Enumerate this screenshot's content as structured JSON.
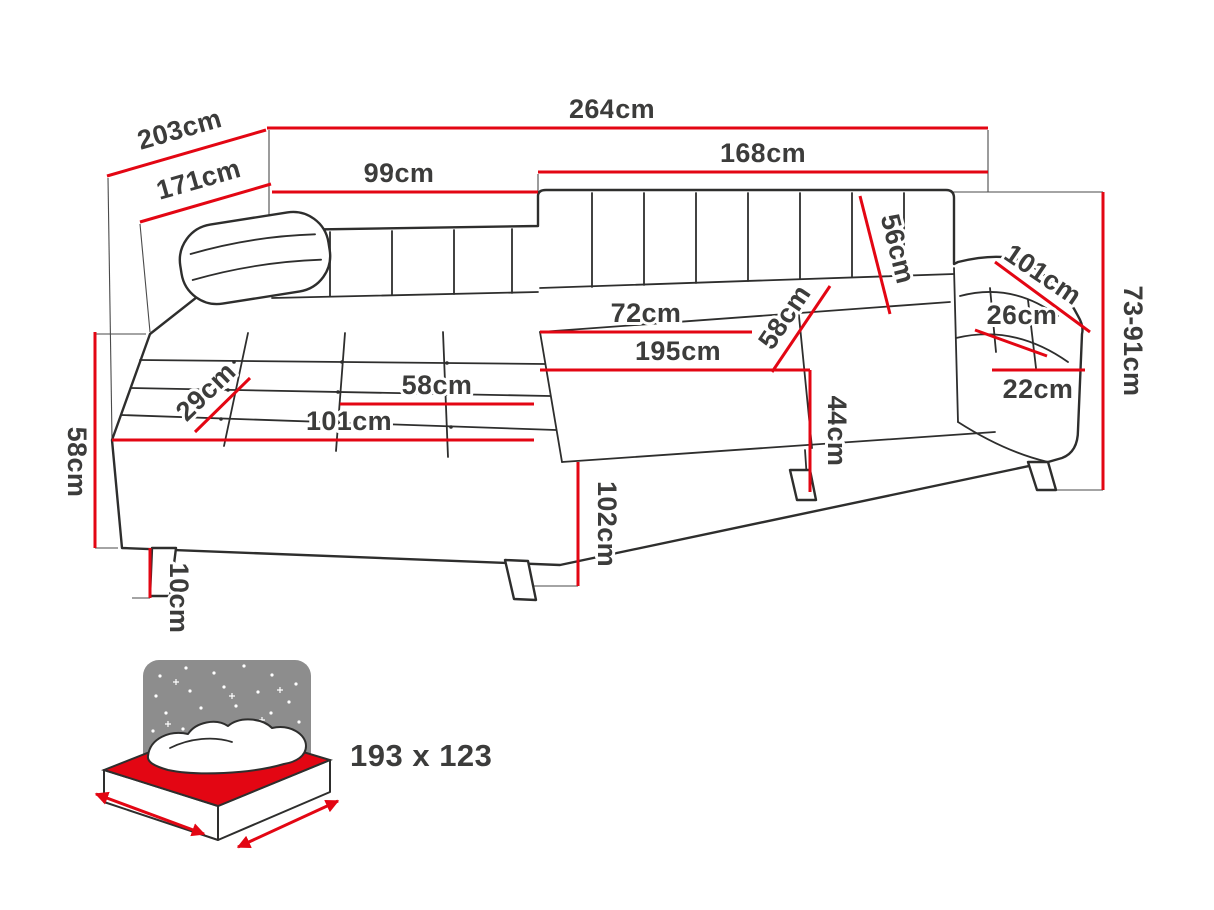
{
  "colors": {
    "background": "#ffffff",
    "dimension_line": "#e30613",
    "label_text": "#3c3c3b",
    "sofa_outline": "#2e2e2d",
    "construction_line": "#4a4a4a",
    "bed_backdrop": "#8d8d8d",
    "bed_mattress": "#e30613"
  },
  "dimensions": {
    "overall_width": {
      "value": "264",
      "unit": "cm"
    },
    "overall_depth": {
      "value": "203",
      "unit": "cm"
    },
    "chaise_depth_outer": {
      "value": "171",
      "unit": "cm"
    },
    "left_section_width": {
      "value": "99",
      "unit": "cm"
    },
    "right_section_width": {
      "value": "168",
      "unit": "cm"
    },
    "backrest_height": {
      "value": "56",
      "unit": "cm"
    },
    "armrest_length": {
      "value": "101",
      "unit": "cm"
    },
    "armrest_top_width": {
      "value": "26",
      "unit": "cm"
    },
    "height_range": {
      "value": "73-91",
      "unit": "cm"
    },
    "seat_depth": {
      "value": "72",
      "unit": "cm"
    },
    "seat_width_diagonal": {
      "value": "58",
      "unit": "cm"
    },
    "seat_length": {
      "value": "195",
      "unit": "cm"
    },
    "armrest_width": {
      "value": "22",
      "unit": "cm"
    },
    "seat_height": {
      "value": "44",
      "unit": "cm"
    },
    "chaise_corner_width": {
      "value": "29",
      "unit": "cm"
    },
    "chaise_seat_width": {
      "value": "58",
      "unit": "cm"
    },
    "chaise_length": {
      "value": "101",
      "unit": "cm"
    },
    "chaise_height": {
      "value": "58",
      "unit": "cm"
    },
    "chaise_depth_front": {
      "value": "102",
      "unit": "cm"
    },
    "leg_height": {
      "value": "10",
      "unit": "cm"
    },
    "sleeping_area": {
      "label": "193 x 123"
    }
  }
}
